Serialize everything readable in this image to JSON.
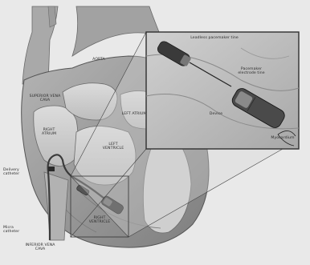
{
  "image": {
    "kind": "anatomical-illustration",
    "colors": {
      "background": "#e8e8e8",
      "heart": "#9a9a9a",
      "chamber": "#d8d8d8",
      "inset_frame": "#3a3a3a"
    }
  },
  "labels": {
    "superior_vena_cava": "Superior vena cava",
    "aorta": "Aorta",
    "right_atrium": "Right atrium",
    "left_atrium": "Left atrium",
    "left_ventricle": "Left ventricle",
    "right_ventricle": "Right ventricle",
    "inferior_vena_cava": "Inferior vena cava",
    "delivery_catheter": "Delivery catheter",
    "micra": "Micra catheter",
    "inset_top": "Leadless pacemaker tine",
    "inset_mid": "Pacemaker electrode tine",
    "inset_device": "Device",
    "inset_tissue": "Myocardium"
  }
}
